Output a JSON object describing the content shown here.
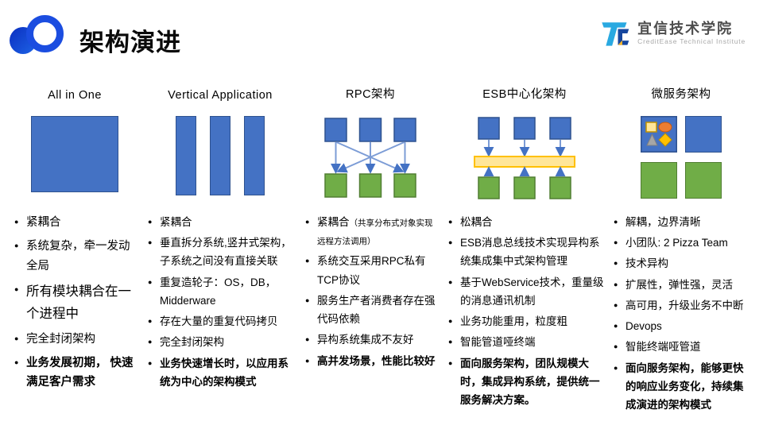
{
  "header": {
    "title": "架构演进",
    "brand": {
      "name": "宜信技术学院",
      "subtitle": "CreditEase Technical Institute"
    }
  },
  "icons": {
    "bullet_marker": "●",
    "circles_logo": "two-overlapping-circles",
    "brand_mark": "tc-monogram"
  },
  "colors": {
    "blue": "#4472C4",
    "blue_border": "#2F528F",
    "green": "#70AD47",
    "green_border": "#507E32",
    "bus_fill": "#FFE699",
    "bus_border": "#FFC000",
    "arrow": "#7C9CD6",
    "arrow_head": "#4472C4",
    "logo_blue": "#1b4de0",
    "brand_light_blue": "#29A9E1",
    "brand_dark_blue": "#17479E",
    "brand_yellow": "#F7B52C"
  },
  "columns": [
    {
      "title": "All in One",
      "diagram": "monolith",
      "bullets": [
        {
          "text": "紧耦合"
        },
        {
          "text": "系统复杂，牵一发动全局"
        },
        {
          "text": "所有模块耦合在一个进程中",
          "large": true
        },
        {
          "text": "完全封闭架构"
        },
        {
          "text": "业务发展初期， 快速满足客户需求",
          "bold": true
        }
      ]
    },
    {
      "title": "Vertical Application",
      "diagram": "vertical-bars",
      "bullets": [
        {
          "text": "紧耦合"
        },
        {
          "text": "垂直拆分系统,竖井式架构，子系统之间没有直接关联"
        },
        {
          "text": "重复造轮子：OS，DB，Midderware"
        },
        {
          "text": "存在大量的重复代码拷贝"
        },
        {
          "text": "完全封闭架构"
        },
        {
          "text": "业务快速增长时，以应用系统为中心的架构模式",
          "bold": true
        }
      ]
    },
    {
      "title": "RPC架构",
      "diagram": "rpc",
      "bullets": [
        {
          "text": "紧耦合",
          "note": "（共享分布式对象实现远程方法调用）"
        },
        {
          "text": "系统交互采用RPC私有TCP协议"
        },
        {
          "text": "服务生产者消费者存在强代码依赖"
        },
        {
          "text": "异构系统集成不友好"
        },
        {
          "text": "高并发场景，性能比较好",
          "bold": true
        }
      ]
    },
    {
      "title": "ESB中心化架构",
      "diagram": "esb",
      "bullets": [
        {
          "text": "松耦合"
        },
        {
          "text": "ESB消息总线技术实现异构系统集成集中式架构管理"
        },
        {
          "text": "基于WebService技术，重量级的消息通讯机制"
        },
        {
          "text": "业务功能重用，粒度粗"
        },
        {
          "text": "智能管道哑终端"
        },
        {
          "text": "面向服务架构，团队规模大时，集成异构系统，提供统一服务解决方案。",
          "bold": true
        }
      ]
    },
    {
      "title": "微服务架构",
      "diagram": "microservices",
      "bullets": [
        {
          "text": "解耦，边界清晰"
        },
        {
          "text": "小团队: 2 Pizza Team"
        },
        {
          "text": "技术异构"
        },
        {
          "text": "扩展性，弹性强，灵活"
        },
        {
          "text": "高可用，升级业务不中断"
        },
        {
          "text": "Devops"
        },
        {
          "text": "智能终端哑管道"
        },
        {
          "text": "面向服务架构，能够更快的响应业务变化，持续集成演进的架构模式",
          "bold": true
        }
      ]
    }
  ]
}
